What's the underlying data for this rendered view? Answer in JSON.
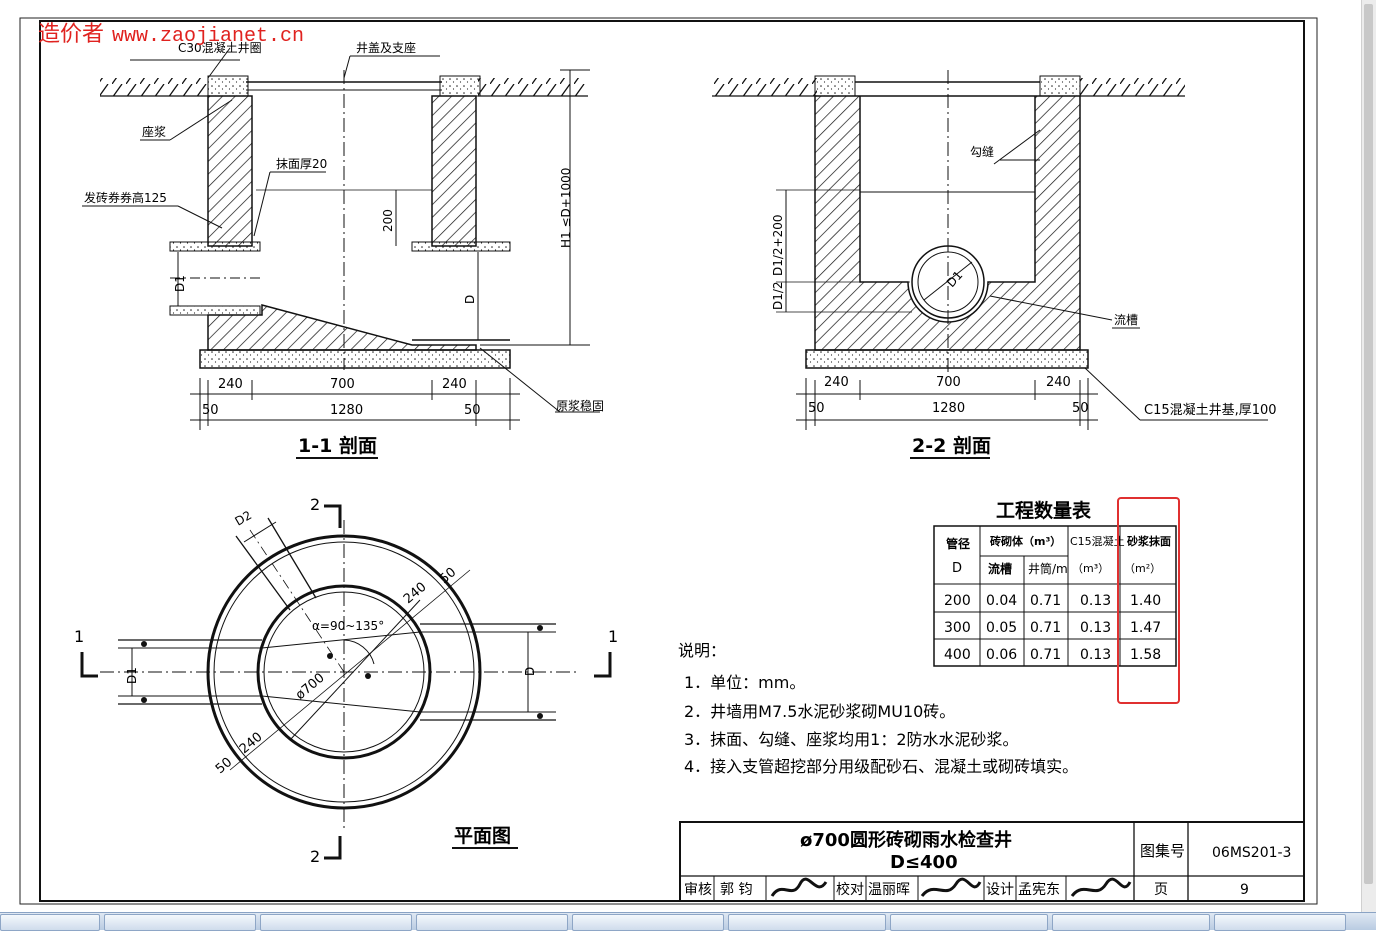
{
  "watermark": {
    "site_name": "造价者",
    "url": "www.zaojianet.cn"
  },
  "labels": {
    "c30_ring": "C30混凝土井圈",
    "cover": "井盖及支座",
    "seat_mortar": "座浆",
    "plaster": "抹面厚20",
    "arch": "发砖券券高125",
    "dim200": "200",
    "h1": "H1 ≤D+1000",
    "d1": "D1",
    "d": "D",
    "slurry_ring": "原浆稳固",
    "pointing": "勾缝",
    "trough": "流槽",
    "d1_half_200": "D1/2+200",
    "d1_half": "D1/2",
    "c15_base": "C15混凝土井基,厚100",
    "d2": "D2",
    "angle": "α=90~135°",
    "phi700": "ø700"
  },
  "dims": {
    "w240": "240",
    "w700": "700",
    "w50": "50",
    "w1280": "1280"
  },
  "section_titles": {
    "s1": "1-1 剖面",
    "s2": "2-2 剖面",
    "plan": "平面图"
  },
  "cut_marks": {
    "m1": "1",
    "m2": "2"
  },
  "quantity_table": {
    "title": "工程数量表",
    "h_pipe": "管径",
    "h_d": "D",
    "h_brick": "砖砌体（m³）",
    "h_trough": "流槽",
    "h_well": "井筒/m",
    "h_c15": "C15混凝土",
    "h_c15_unit": "（m³）",
    "h_mortar": "砂浆抹面",
    "h_mortar_unit": "（m²）",
    "rows": [
      {
        "d": "200",
        "trough": "0.04",
        "well": "0.71",
        "c15": "0.13",
        "mortar": "1.40"
      },
      {
        "d": "300",
        "trough": "0.05",
        "well": "0.71",
        "c15": "0.13",
        "mortar": "1.47"
      },
      {
        "d": "400",
        "trough": "0.06",
        "well": "0.71",
        "c15": "0.13",
        "mortar": "1.58"
      }
    ]
  },
  "notes": {
    "heading": "说明：",
    "n1": "1．单位：mm。",
    "n2": "2．井墙用M7.5水泥砂浆砌MU10砖。",
    "n3": "3．抹面、勾缝、座浆均用1：2防水水泥砂浆。",
    "n4": "4．接入支管超挖部分用级配砂石、混凝土或砌砖填实。"
  },
  "title_block": {
    "title_line1": "ø700圆形砖砌雨水检查井",
    "title_line2": "D≤400",
    "atlas_label": "图集号",
    "atlas_no": "06MS201-3",
    "review": "审核",
    "reviewer": "郭 钧",
    "check": "校对",
    "checker": "温丽晖",
    "design": "设计",
    "designer": "孟宪东",
    "page_label": "页",
    "page_no": "9"
  },
  "colors": {
    "highlight": "#e03030",
    "watermark": "#e0221f"
  },
  "taskbar": {
    "button_count": 9
  }
}
